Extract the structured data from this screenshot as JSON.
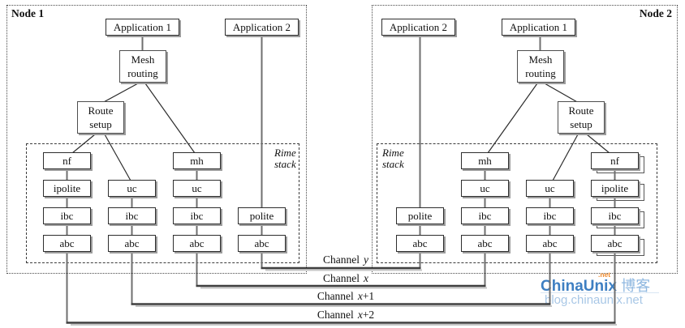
{
  "nodes": [
    {
      "title": "Node 1",
      "rime_label": {
        "line1": "Rime",
        "line2": "stack"
      },
      "apps": [
        "Application 1",
        "Application 2"
      ],
      "routing": {
        "mesh": "Mesh routing",
        "route": "Route setup"
      },
      "stacks": [
        [
          "nf",
          "ipolite",
          "ibc",
          "abc"
        ],
        [
          "uc",
          "ibc",
          "abc"
        ],
        [
          "mh",
          "uc",
          "ibc",
          "abc"
        ],
        [
          "polite",
          "abc"
        ]
      ]
    },
    {
      "title": "Node 2",
      "rime_label": {
        "line1": "Rime",
        "line2": "stack"
      },
      "apps": [
        "Application 2",
        "Application 1"
      ],
      "routing": {
        "mesh": "Mesh routing",
        "route": "Route setup"
      },
      "stacks": [
        [
          "polite",
          "abc"
        ],
        [
          "mh",
          "uc",
          "ibc",
          "abc"
        ],
        [
          "uc",
          "ibc",
          "abc"
        ],
        [
          "nf",
          "ipolite",
          "ibc",
          "abc"
        ]
      ]
    }
  ],
  "channels": [
    {
      "word": "Channel",
      "var": "y",
      "suffix": ""
    },
    {
      "word": "Channel",
      "var": "x",
      "suffix": ""
    },
    {
      "word": "Channel",
      "var": "x",
      "suffix": "+1"
    },
    {
      "word": "Channel",
      "var": "x",
      "suffix": "+2"
    }
  ],
  "watermark": {
    "brand": "ChinaUnix",
    "brand_cjk": "博客",
    "sup": ".net",
    "url": "blog.chinaunix.net",
    "brand_color": "#3e7fc2",
    "cjk_color": "#90b8e0",
    "url_color": "#a8c7e6",
    "sup_color": "#ee8a2e"
  },
  "style_colors": {
    "box_border": "#2e2e2e",
    "box_shadow": "#9c9c9c",
    "connector_gray": "#6f6f6f",
    "channel_line": "#3f3f3f"
  }
}
